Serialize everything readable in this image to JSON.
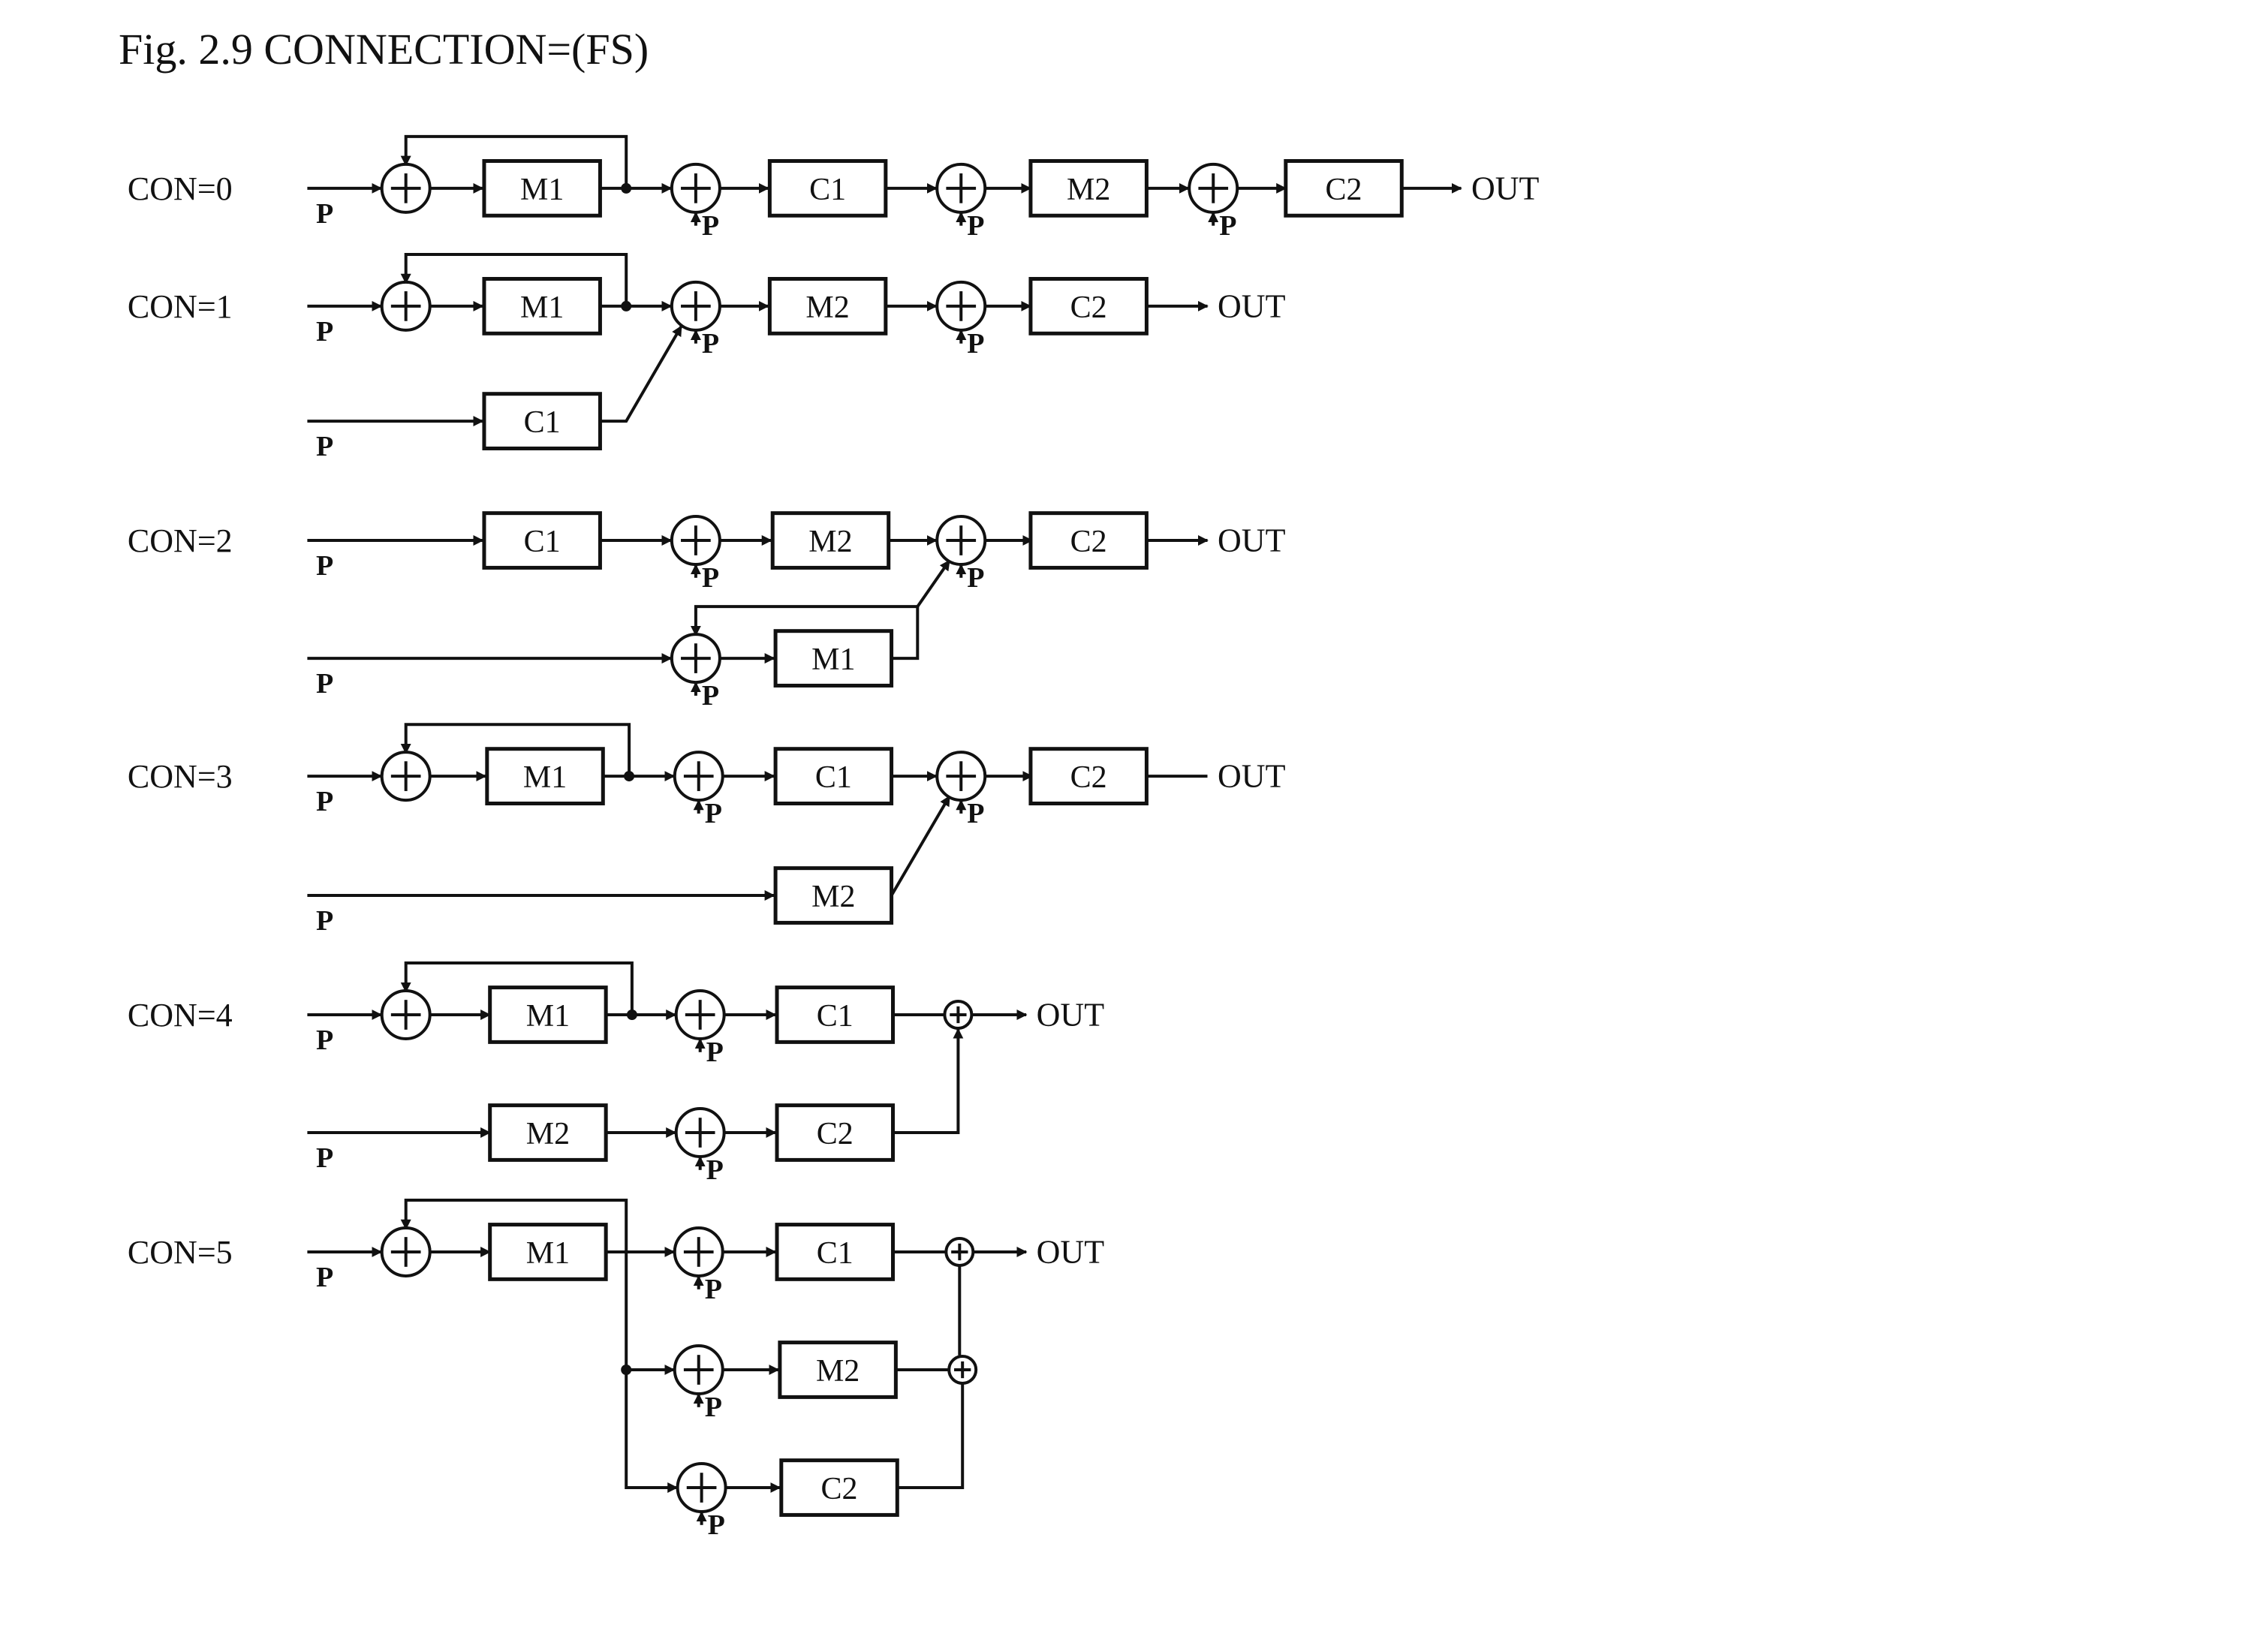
{
  "title": "Fig. 2.9 CONNECTION=(FS)",
  "out_label": "OUT",
  "input_label": "P",
  "operators": {
    "m1": "M1",
    "m2": "M2",
    "c1": "C1",
    "c2": "C2"
  },
  "connections": [
    {
      "label": "CON=0"
    },
    {
      "label": "CON=1"
    },
    {
      "label": "CON=2"
    },
    {
      "label": "CON=3"
    },
    {
      "label": "CON=4"
    },
    {
      "label": "CON=5"
    }
  ]
}
